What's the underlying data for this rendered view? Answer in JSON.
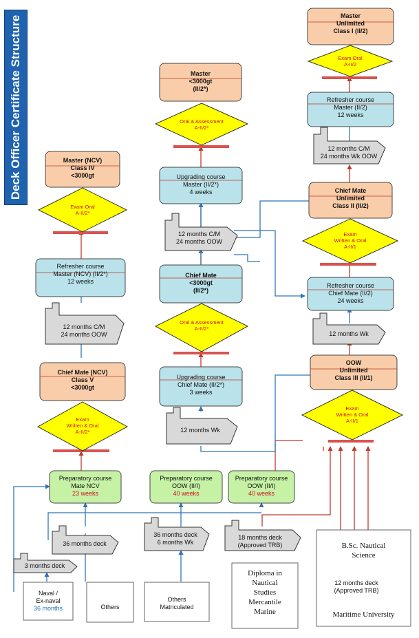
{
  "title": "Deck Officer Certificate Structure",
  "colors": {
    "cert_fill": "#f9cda9",
    "course_fill": "#b9e2ea",
    "prep_fill": "#c6f2a6",
    "exam_fill": "#ffff00",
    "ship_fill": "#d9d9d9",
    "red_line": "#c0392b",
    "blue_line": "#2e75b6"
  },
  "left": {
    "master_ncv": {
      "l1": "Master (NCV)",
      "l2": "Class IV",
      "l3": "<3000gt"
    },
    "exam_master": {
      "l1": "Exam Oral",
      "l2": "A-II/2*"
    },
    "refresher": {
      "l1": "Refresher course",
      "l2": "Master (NCV) (II/2*)",
      "l3": "12 weeks"
    },
    "ship": {
      "l1": "12 months C/M",
      "l2": "24 months OOW"
    },
    "chief_mate_ncv": {
      "l1": "Chief Mate (NCV)",
      "l2": "Class V",
      "l3": "<3000gt"
    },
    "exam_cm": {
      "l1": "Exam",
      "l2": "Written & Oral",
      "l3": "A-II/2*"
    },
    "prep": {
      "l1": "Preparatory course",
      "l2": "Mate NCV",
      "l3": "23 weeks"
    }
  },
  "middle": {
    "master": {
      "l1": "Master",
      "l2": "<3000gt",
      "l3": "(II/2*)"
    },
    "oral_master": {
      "l1": "Oral & Assessment",
      "l2": "A-II/2*"
    },
    "upgrading_master": {
      "l1": "Upgrading course",
      "l2": "Master (II/2*)",
      "l3": "4 weeks"
    },
    "ship_cm": {
      "l1": "12 months C/M",
      "l2": "24 months OOW"
    },
    "chief_mate": {
      "l1": "Chief Mate",
      "l2": "<3000gt",
      "l3": "(II/2*)"
    },
    "oral_cm": {
      "l1": "Oral & Assessment",
      "l2": "A-II/2*"
    },
    "upgrading_cm": {
      "l1": "Upgrading course",
      "l2": "Chief Mate (II/2*)",
      "l3": "3 weeks"
    },
    "ship_wk": {
      "l1": "12 months Wk"
    },
    "prep_oow_1": {
      "l1": "Preparatory course",
      "l2": "OOW (II/I)",
      "l3": "40 weeks"
    },
    "prep_oow_2": {
      "l1": "Preparatory course",
      "l2": "OOW (II/I)",
      "l3": "40 weeks"
    }
  },
  "right": {
    "master_unl": {
      "l1": "Master",
      "l2": "Unlimited",
      "l3": "Class I (II/2)"
    },
    "exam_master": {
      "l1": "Exam Oral",
      "l2": "A-II/2"
    },
    "refresher_master": {
      "l1": "Refresher course",
      "l2": "Master (II/2)",
      "l3": "12 weeks"
    },
    "ship_master": {
      "l1": "12 months C/M",
      "l2": "24 months Wk OOW"
    },
    "chief_mate_unl": {
      "l1": "Chief Mate",
      "l2": "Unlimited",
      "l3": "Class II (II/2)"
    },
    "exam_cm": {
      "l1": "Exam",
      "l2": "Written & Oral",
      "l3": "A-II/1"
    },
    "refresher_cm": {
      "l1": "Refresher course",
      "l2": "Chief Mate (II/2)",
      "l3": "24 weeks"
    },
    "ship_wk": {
      "l1": "12 months Wk"
    },
    "oow_unl": {
      "l1": "OOW",
      "l2": "Unlimited",
      "l3": "Class III (II/1)"
    },
    "exam_oow": {
      "l1": "Exam",
      "l2": "Written & Oral",
      "l3": "A-II/1"
    }
  },
  "bottom": {
    "deck36": {
      "l1": "36 months deck"
    },
    "deck36wk": {
      "l1": "36 months deck",
      "l2": "6 months Wk"
    },
    "deck18": {
      "l1": "18 months deck",
      "l2": "(Approved TRB)"
    },
    "deck3": {
      "l1": "3 months deck"
    },
    "naval": {
      "l1": "Naval /",
      "l2": "Ex-naval",
      "l3": "36 months"
    },
    "others": {
      "l1": "Others"
    },
    "others_mat": {
      "l1": "Others",
      "l2": "Matriculated"
    },
    "diploma": {
      "l1": "Diploma in",
      "l2": "Nautical",
      "l3": "Studies",
      "l4": "Mercantile",
      "l5": "Marine"
    },
    "bsc": {
      "l1": "B.Sc. Nautical",
      "l2": "Science",
      "l3": "12 months deck",
      "l4": "(Approved TRB)",
      "l5": "Maritime University"
    }
  }
}
